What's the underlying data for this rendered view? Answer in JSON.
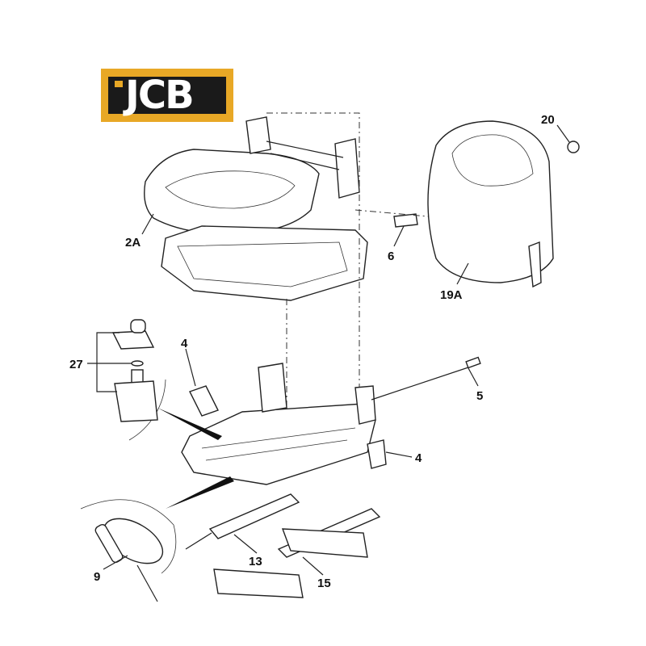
{
  "logo": {
    "text": "JCB",
    "background": "#e8a826",
    "panel": "#1a1a1a",
    "letters": "#ffffff"
  },
  "callouts": [
    {
      "id": "seat-cushion",
      "label": "2A"
    },
    {
      "id": "spring",
      "label": "6"
    },
    {
      "id": "backrest",
      "label": "19A"
    },
    {
      "id": "knob",
      "label": "20"
    },
    {
      "id": "seat-switch",
      "label": "27"
    },
    {
      "id": "bracket-left",
      "label": "4"
    },
    {
      "id": "cable",
      "label": "5"
    },
    {
      "id": "bracket-right",
      "label": "4"
    },
    {
      "id": "spring-detail",
      "label": "9"
    },
    {
      "id": "slide-rail-left",
      "label": "13"
    },
    {
      "id": "slide-rail-right",
      "label": "15"
    }
  ]
}
